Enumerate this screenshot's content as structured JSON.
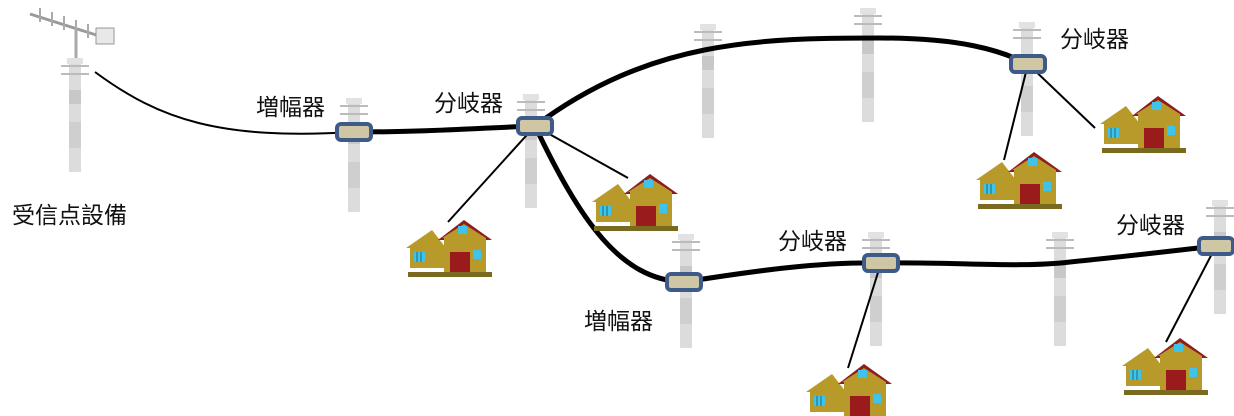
{
  "labels": {
    "reception": "受信点設備",
    "amplifier": "増幅器",
    "splitter": "分岐器"
  },
  "colors": {
    "cable": "#000000",
    "device_fill": "#cfc6a4",
    "device_border": "#3e5a88",
    "pole": "#d9d9d9",
    "house_wall": "#b89a2a",
    "house_roof": "#8f1d1d",
    "house_door": "#9a1b1b",
    "house_window": "#3fc3e8"
  },
  "icons": [
    "antenna-icon",
    "utility-pole-icon",
    "amplifier-icon",
    "splitter-icon",
    "house-icon"
  ]
}
